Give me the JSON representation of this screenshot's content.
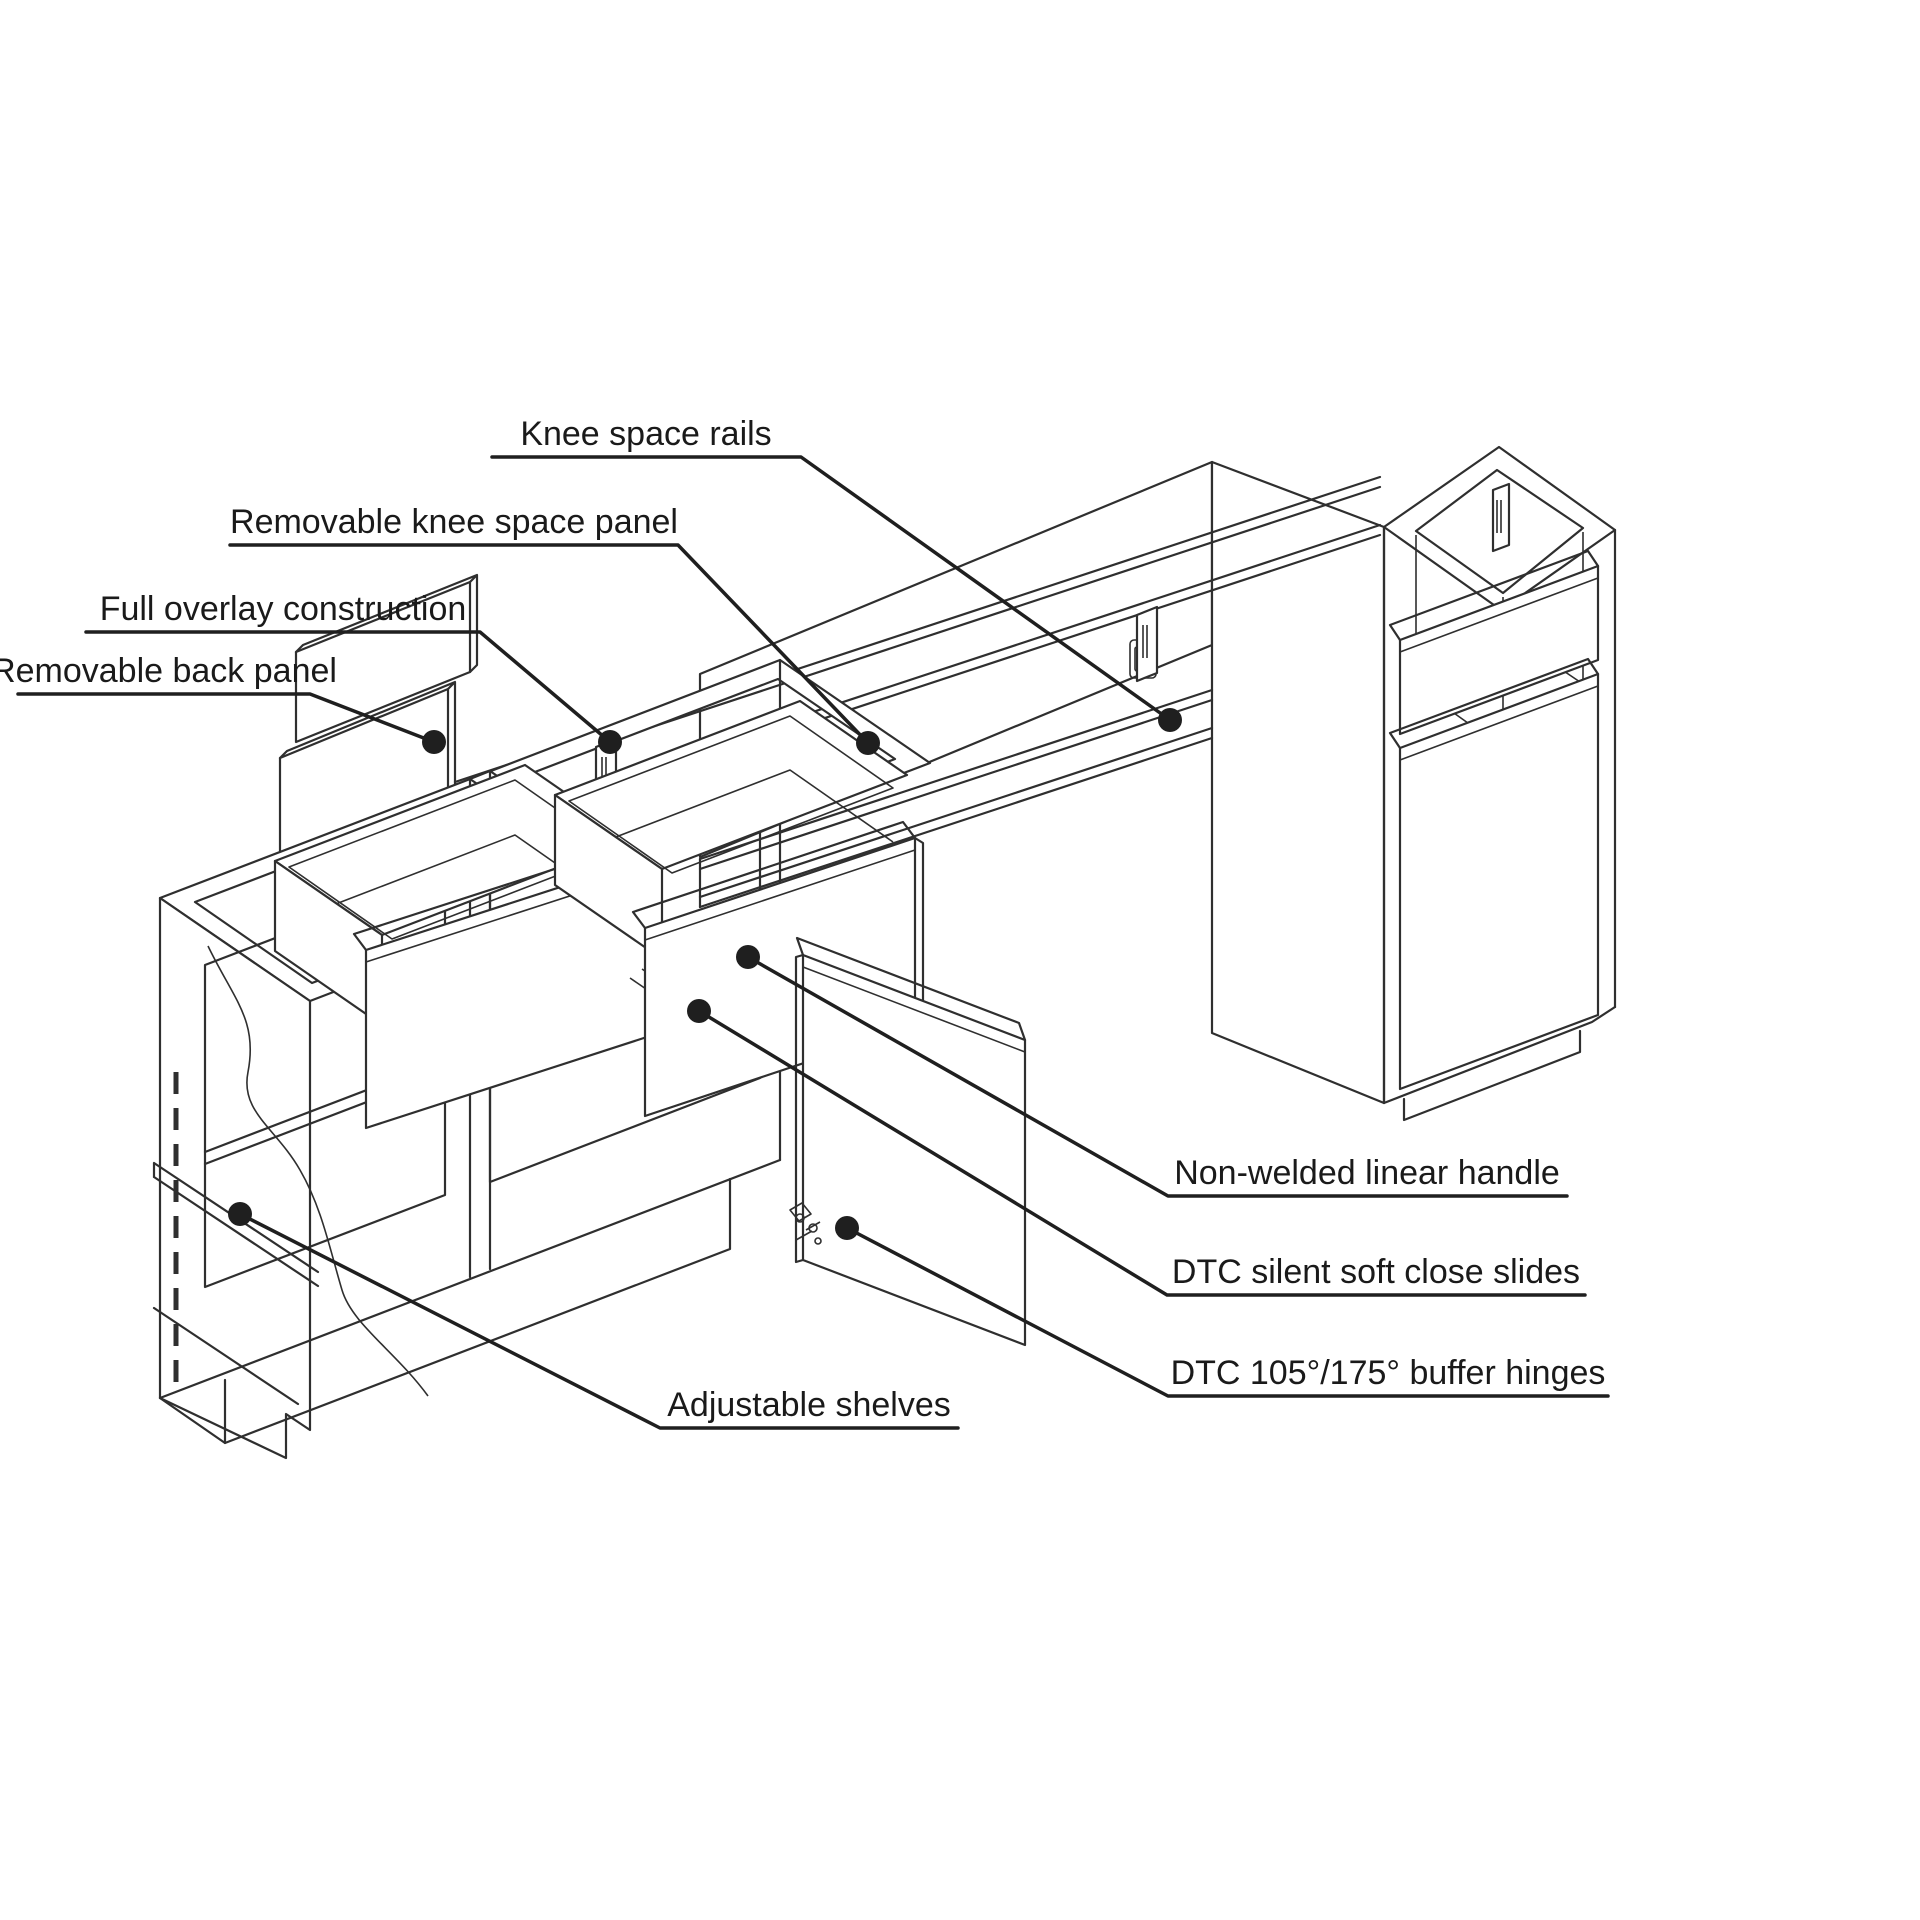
{
  "page": {
    "background": "#ffffff",
    "line_color": "#2f2f2f",
    "leader_color": "#1f1f1f",
    "text_color": "#1a1a1a"
  },
  "diagram": {
    "type": "isometric-cabinet-assembly"
  },
  "labels": [
    {
      "id": "knee-space-rails",
      "text": "Knee space rails"
    },
    {
      "id": "removable-knee-space-panel",
      "text": "Removable knee space panel"
    },
    {
      "id": "full-overlay-construction",
      "text": "Full overlay construction"
    },
    {
      "id": "removable-back-panel",
      "text": "Removable back panel"
    },
    {
      "id": "non-welded-linear-handle",
      "text": "Non-welded linear handle"
    },
    {
      "id": "dtc-silent-soft-close-slides",
      "text": "DTC silent soft close slides"
    },
    {
      "id": "dtc-buffer-hinges",
      "text": "DTC 105°/175° buffer hinges"
    },
    {
      "id": "adjustable-shelves",
      "text": "Adjustable shelves"
    }
  ]
}
